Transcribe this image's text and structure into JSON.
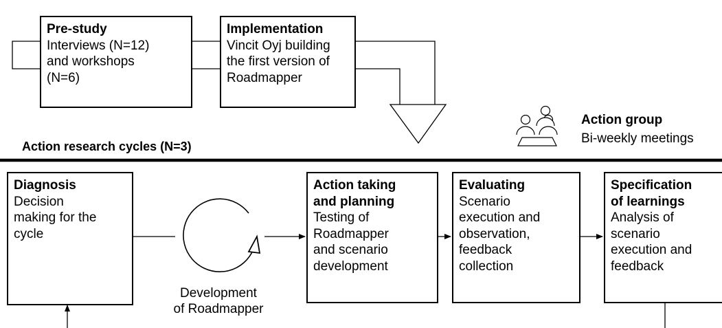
{
  "top_boxes": [
    {
      "id": "pre-study",
      "title": "Pre-study",
      "body": "Interviews (N=12)\nand workshops\n(N=6)"
    },
    {
      "id": "implementation",
      "title": "Implementation",
      "body": "Vincit Oyj building\nthe first version of\nRoadmapper"
    }
  ],
  "action_group": {
    "title": "Action group",
    "subtitle": "Bi-weekly meetings",
    "icon": "meeting-people-icon"
  },
  "cycles_heading": "Action research cycles (N=3)",
  "cycle_boxes": [
    {
      "id": "diagnosis",
      "title": "Diagnosis",
      "body": "Decision\nmaking for the\ncycle"
    },
    {
      "id": "action-taking",
      "title": "Action taking\nand planning",
      "body": "Testing of\nRoadmapper\nand scenario\ndevelopment"
    },
    {
      "id": "evaluating",
      "title": "Evaluating",
      "body": "Scenario\nexecution and\nobservation,\nfeedback\ncollection"
    },
    {
      "id": "specification",
      "title": "Specification\nof learnings",
      "body": "Analysis of\nscenario\nexecution and\nfeedback"
    }
  ],
  "development": {
    "label": "Development\nof Roadmapper",
    "icon": "cycle-arrow-icon"
  }
}
